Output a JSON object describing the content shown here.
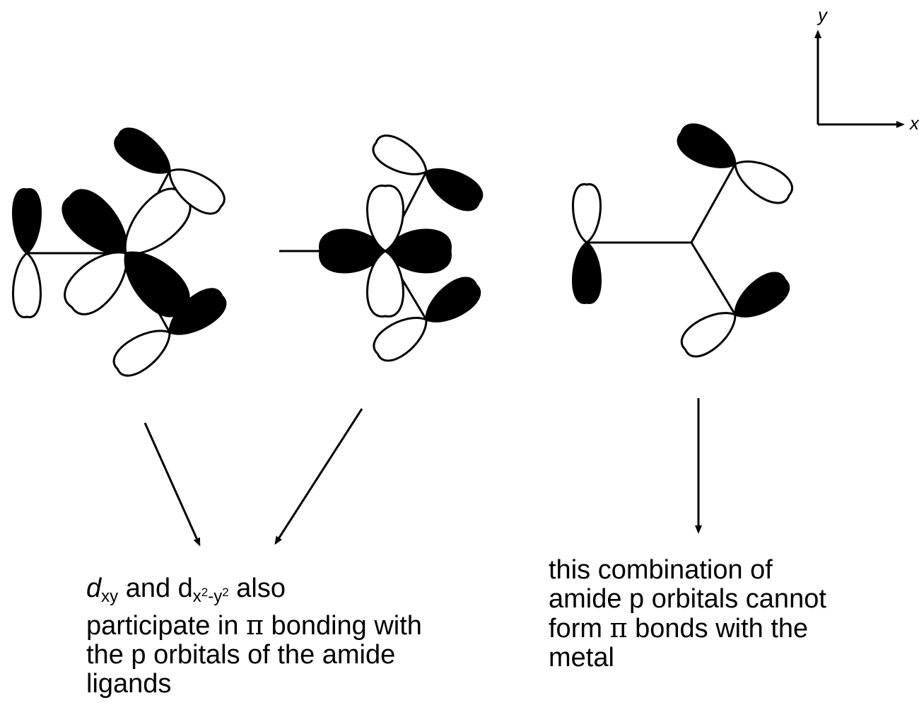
{
  "axes": {
    "y_label": "y",
    "x_label": "x"
  },
  "caption_left": {
    "line1": {
      "d": "d",
      "d_sub": "xy",
      "and": " and d",
      "sub_x": "x",
      "sup_2a": "2",
      "dash_y": "-y",
      "sup_2b": "2",
      "rest": " also"
    },
    "line2": {
      "pre": "participate in ",
      "pi": "π",
      "post": " bonding with"
    },
    "line3": "the p orbitals of the amide",
    "line4": "ligands"
  },
  "caption_right": {
    "line1": "this combination of",
    "line2": "amide p orbitals cannot",
    "line3": {
      "pre": "form ",
      "pi": "π",
      "post": " bonds with the"
    },
    "line4": "metal"
  },
  "colors": {
    "stroke": "#000000",
    "filled_lobe": "#000000",
    "empty_lobe": "#ffffff"
  }
}
